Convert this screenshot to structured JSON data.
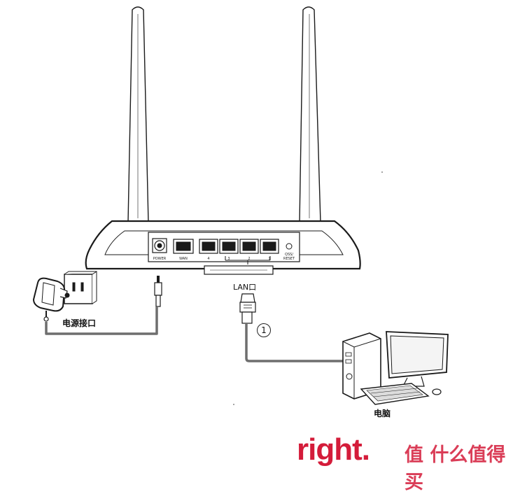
{
  "labels": {
    "lan_port": "LAN口",
    "power_port": "电源接口",
    "computer": "电脑",
    "step": "1"
  },
  "router_ports": {
    "power": "POWER",
    "wan": "WAN",
    "lan": [
      "4",
      "3",
      "2",
      "1"
    ],
    "reset_line1": "QSS/",
    "reset_line2": "RESET"
  },
  "watermark": {
    "left": "right.",
    "right": "值 什么值得买"
  },
  "colors": {
    "line": "#1a1a1a",
    "cable": "#6e6e6e",
    "watermark": "#d41c3a"
  }
}
